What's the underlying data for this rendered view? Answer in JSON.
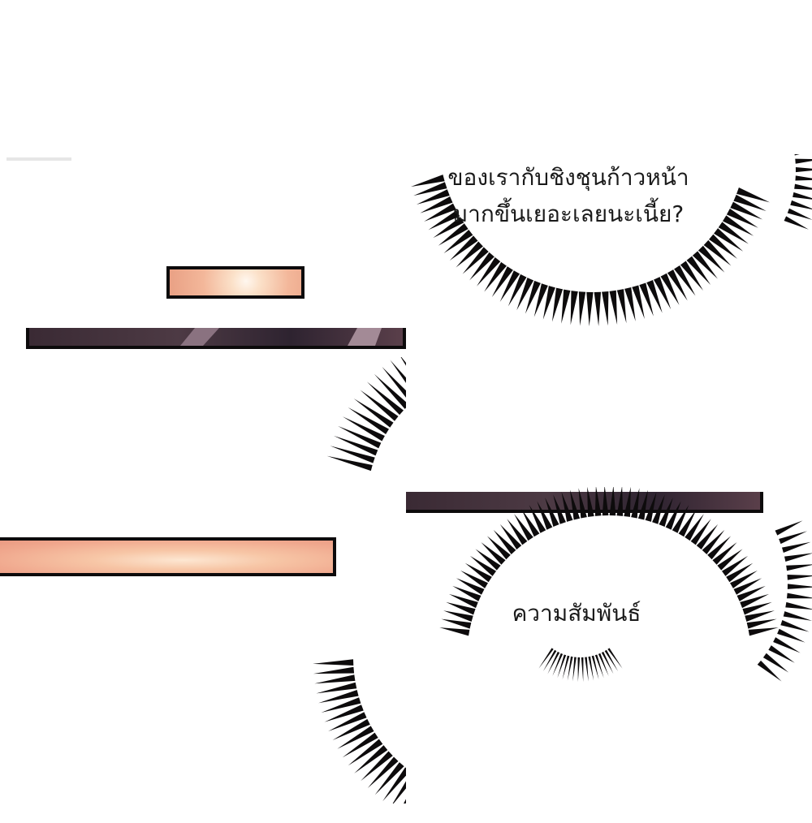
{
  "panels": {
    "top_right": {
      "text_lines": [
        "ของเรากับชิงชุนก้าวหน้า",
        "มากขึ้นเยอะเลยนะเนี้ย?"
      ]
    },
    "bottom_right": {
      "text_lines": [
        "ความสัมพันธ์"
      ]
    }
  },
  "colors": {
    "ink": "#0d0b0c",
    "glow_warm": "#f6c3a4",
    "glow_peach": "#f0a88e",
    "dark_strip": "#3a2a34"
  }
}
